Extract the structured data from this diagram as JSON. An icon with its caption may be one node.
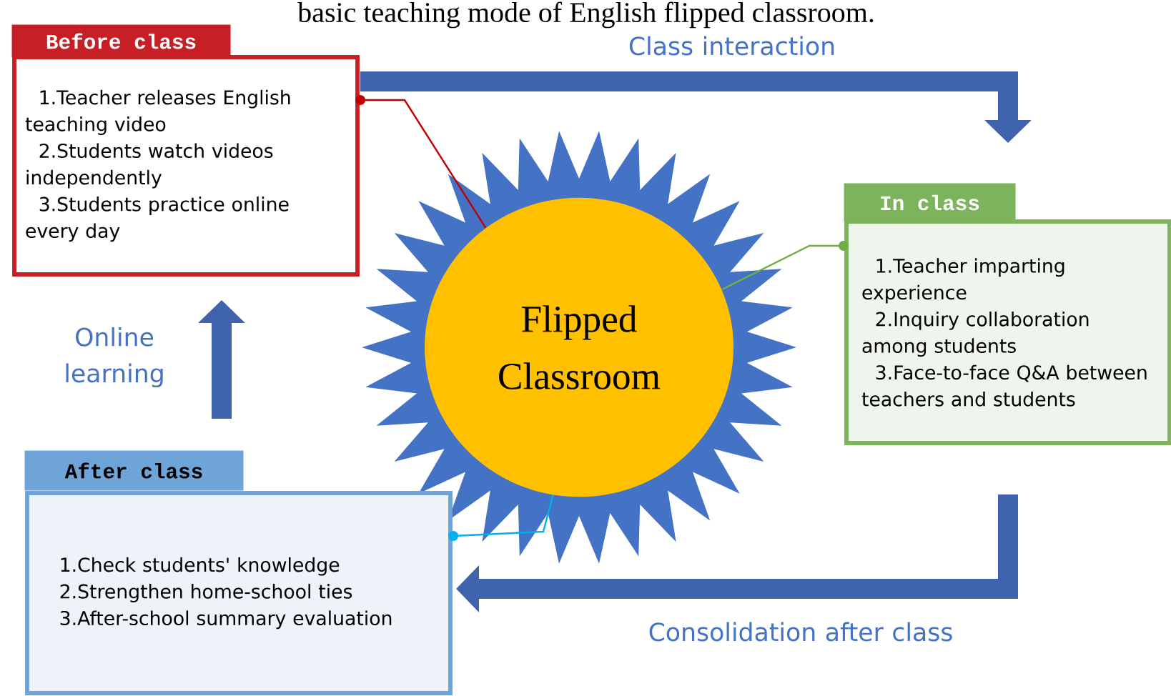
{
  "diagram": {
    "title": "basic teaching mode of English flipped classroom.",
    "nodes": [
      {
        "text": [
          "Flipped Classroom"
        ]
      },
      {
        "text": [
          "Before class",
          "1.Teacher releases English teaching video",
          "2.Students watch videos independently",
          "3.Students practice online every day"
        ]
      },
      {
        "text": [
          "In class",
          "1.Teacher imparting experience",
          "2.Inquiry collaboration among students",
          "3.Face-to-face Q&A between teachers and students"
        ]
      },
      {
        "text": [
          "After class",
          "1.Check students' knowledge",
          "2.Strengthen home-school ties",
          "3.After-school summary evaluation"
        ]
      }
    ],
    "edges": [
      {
        "from": 1,
        "to": 2,
        "arrow": "to",
        "label": "Class interaction",
        "style": "thick",
        "color": "#3f64ad"
      },
      {
        "from": 2,
        "to": 3,
        "arrow": "to",
        "label": "Consolidation after class",
        "style": "thick",
        "color": "#3f64ad"
      },
      {
        "from": 3,
        "to": 1,
        "arrow": "to",
        "label": "Online learning",
        "style": "thick",
        "color": "#3f64ad"
      },
      {
        "from": 1,
        "to": 0,
        "arrow": "other",
        "color": "#c00000"
      },
      {
        "from": 2,
        "to": 0,
        "arrow": "other",
        "color": "#70ad47"
      },
      {
        "from": 3,
        "to": 0,
        "arrow": "other",
        "color": "#00b0f0"
      }
    ]
  }
}
